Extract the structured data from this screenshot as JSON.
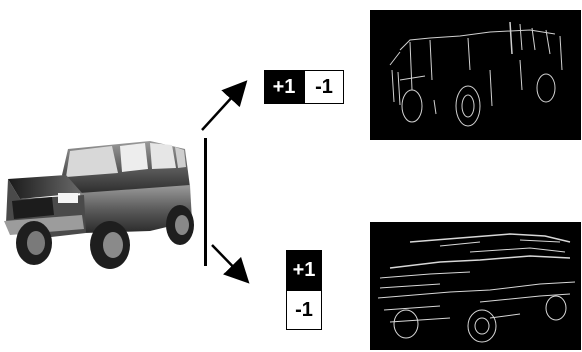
{
  "source_image": {
    "name": "suv-3d-render"
  },
  "kernels": {
    "horizontal": {
      "positive": "+1",
      "negative": "-1"
    },
    "vertical": {
      "positive": "+1",
      "negative": "-1"
    }
  },
  "outputs": {
    "vertical_edges": {
      "name": "vertical-edge-response"
    },
    "horizontal_edges": {
      "name": "horizontal-edge-response"
    }
  },
  "colors": {
    "kernel_positive_bg": "#000000",
    "kernel_negative_bg": "#ffffff",
    "edge_line": "#d8d8d8",
    "panel_bg": "#000000"
  }
}
